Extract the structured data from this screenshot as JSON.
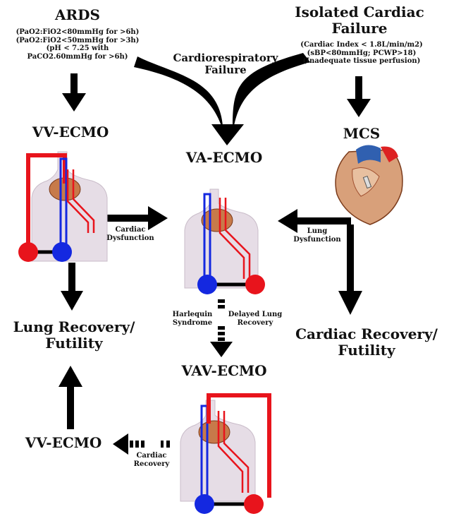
{
  "ards": {
    "title": "ARDS",
    "criteria": [
      "(PaO2:FiO2<80mmHg for >6h)",
      "(PaO2:FiO2<50mmHg for >3h)",
      "(pH < 7.25 with",
      "PaCO2.60mmHg for >6h)"
    ]
  },
  "cardiac_failure": {
    "title": [
      "Isolated Cardiac",
      "Failure"
    ],
    "criteria": [
      "(Cardiac Index < 1.8L/min/m2)",
      "(sBP<80mmHg; PCWP>18)",
      "(Inadequate tissue perfusion)"
    ]
  },
  "cardiorespiratory": [
    "Cardiorespiratory",
    "Failure"
  ],
  "nodes": {
    "vv_ecmo_top": "VV-ECMO",
    "va_ecmo": "VA-ECMO",
    "mcs": "MCS",
    "vav_ecmo": "VAV-ECMO",
    "vv_ecmo_bottom": "VV-ECMO",
    "lung_recovery": [
      "Lung Recovery/",
      "Futility"
    ],
    "cardiac_recovery": [
      "Cardiac Recovery/",
      "Futility"
    ]
  },
  "edges": {
    "cardiac_dysfunction": [
      "Cardiac",
      "Dysfunction"
    ],
    "lung_dysfunction": [
      "Lung",
      "Dysfunction"
    ],
    "harlequin": [
      "Harlequin",
      "Syndrome"
    ],
    "delayed_lung": [
      "Delayed Lung",
      "Recovery"
    ],
    "cardiac_recovery_edge": [
      "Cardiac",
      "Recovery"
    ]
  },
  "colors": {
    "arterial": "#e8141c",
    "venous": "#1428e0",
    "body": "#e6dde6",
    "arrow": "#000000"
  }
}
